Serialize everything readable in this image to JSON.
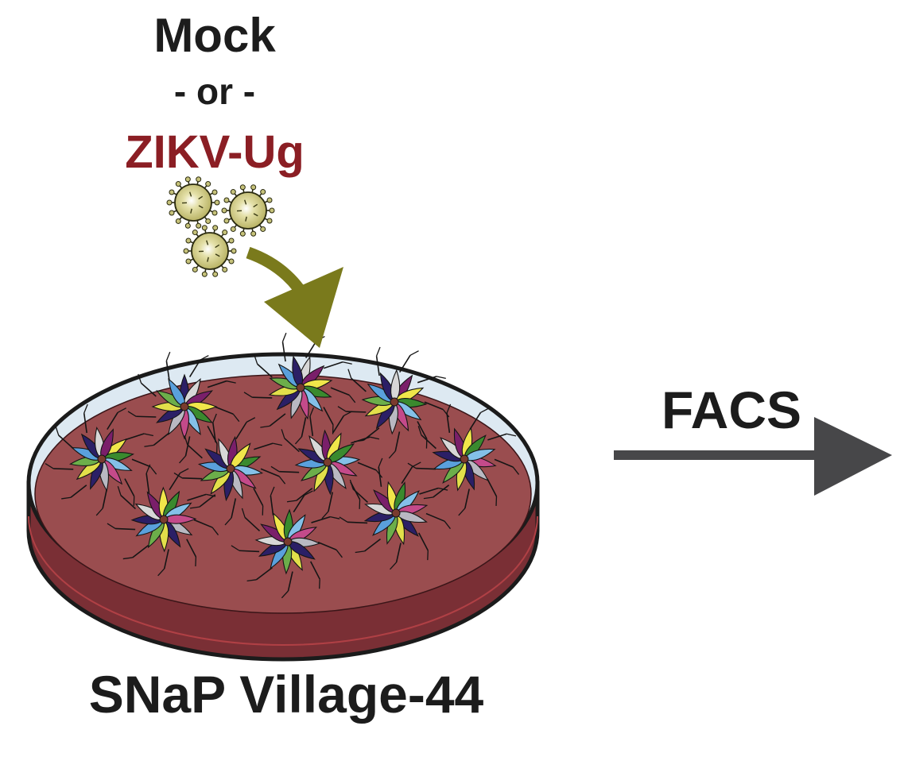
{
  "labels": {
    "treatment_mock": "Mock",
    "treatment_or": "- or -",
    "treatment_virus": "ZIKV-Ug",
    "process": "FACS",
    "dish_label": "SNaP Village-44"
  },
  "colors": {
    "virus_label": "#8b1e24",
    "text": "#1c1c1c",
    "medium": "#9a4d4f",
    "dish_side": "#7a2f35",
    "dish_rim": "#dde9f2",
    "infection_arrow": "#7a7a1c",
    "facs_arrow": "#474749",
    "virion": "#c6c27a"
  },
  "icons": [
    "virus-particle-icon",
    "neuron-cluster-icon",
    "curved-arrow-icon",
    "right-arrow-icon",
    "petri-dish-icon"
  ]
}
